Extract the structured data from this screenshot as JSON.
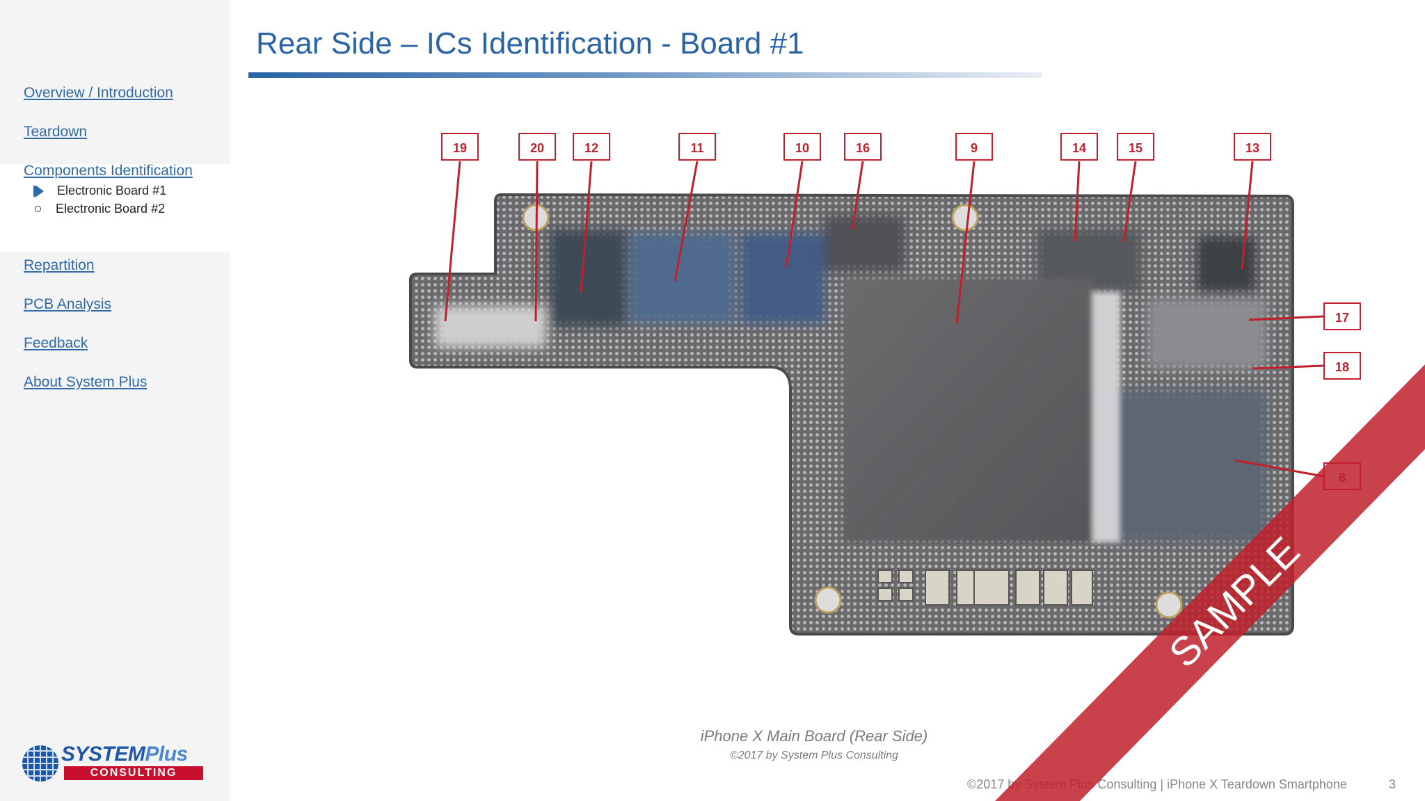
{
  "title": "Rear Side – ICs Identification - Board #1",
  "sidebar": {
    "links": [
      {
        "label": "Overview / Introduction"
      },
      {
        "label": "Teardown"
      },
      {
        "label": "Components Identification"
      },
      {
        "label": "Repartition"
      },
      {
        "label": "PCB Analysis"
      },
      {
        "label": "Feedback"
      },
      {
        "label": "About System Plus"
      }
    ],
    "sub_items": [
      {
        "label": "Electronic Board #1",
        "state": "current"
      },
      {
        "label": "Electronic Board #2",
        "state": "other"
      }
    ]
  },
  "logo": {
    "top": "SYSTEM",
    "plus": "Plus",
    "bottom": "CONSULTING"
  },
  "figure": {
    "callouts": [
      "19",
      "20",
      "12",
      "11",
      "10",
      "16",
      "9",
      "14",
      "15",
      "13",
      "17",
      "18",
      "8"
    ],
    "caption": "iPhone X Main Board (Rear Side)",
    "caption_copyright": "©2017 by System Plus Consulting"
  },
  "watermark": "SAMPLE",
  "footer": {
    "text": "©2017 by System Plus Consulting | iPhone X Teardown Smartphone",
    "page": "3"
  },
  "colors": {
    "accent": "#2a64a6",
    "callout": "#c0202c",
    "ribbon": "#c0202c"
  }
}
